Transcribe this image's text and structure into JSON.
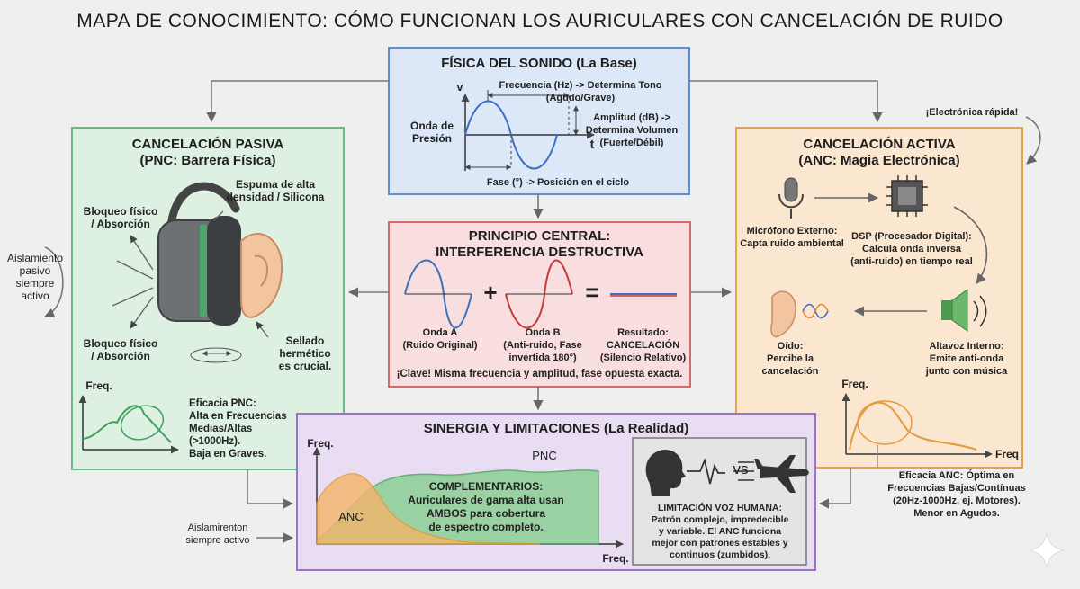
{
  "title": "MAPA DE CONOCIMIENTO: CÓMO FUNCIONAN LOS AURICULARES CON CANCELACIÓN DE RUIDO",
  "physics": {
    "title": "FÍSICA DEL SONIDO (La Base)",
    "v_axis": "v",
    "t_axis": "t",
    "pressure_wave": "Onda de\nPresión",
    "frequency": "Frecuencia (Hz) -> Determina Tono\n(Agudo/Grave)",
    "amplitude": "Amplitud (dB) ->\nDetermina Volumen\n(Fuerte/Débil)",
    "phase": "Fase (°) -> Posición en el ciclo"
  },
  "passive": {
    "title": "CANCELACIÓN PASIVA\n(PNC: Barrera Física)",
    "foam": "Espuma de alta\ndensidad / Silicona",
    "block_top": "Bloqueo físico\n/ Absorción",
    "block_bottom": "Bloqueo físico\n/ Absorción",
    "isolation": "Aislamiento\npasivo\nsiempre\nactivo",
    "seal": "Sellado\nhermético\nes crucial.",
    "freq_axis": "Freq.",
    "efficacy": "Eficacia PNC:\nAlta en Frecuencias\nMedias/Altas\n(>1000Hz).\nBaja en Graves."
  },
  "central": {
    "title": "PRINCIPIO CENTRAL:\nINTERFERENCIA DESTRUCTIVA",
    "plus": "+",
    "equals": "=",
    "wave_a": "Onda A\n(Ruido Original)",
    "wave_b": "Onda B\n(Anti-ruido, Fase\ninvertida 180°)",
    "result": "Resultado:\nCANCELACIÓN\n(Silencio Relativo)",
    "key": "¡Clave! Misma frecuencia y amplitud, fase opuesta exacta."
  },
  "active": {
    "title": "CANCELACIÓN ACTIVA\n(ANC: Magia Electrónica)",
    "fast": "¡Electrónica rápida!",
    "mic": "Micrófono Externo:\nCapta ruido ambiental",
    "dsp": "DSP (Procesador Digital):\nCalcula onda inversa\n(anti-ruido) en tiempo real",
    "ear": "Oído:\nPercibe la\ncancelación",
    "speaker": "Altavoz Interno:\nEmite anti-onda\njunto con música",
    "freq_axis": "Freq.",
    "freq_x": "Freq",
    "efficacy": "Eficacia ANC: Óptima en\nFrecuencias Bajas/Contínuas\n(20Hz-1000Hz, ej. Motores).\nMenor en Agudos."
  },
  "synergy": {
    "title": "SINERGIA Y LIMITACIONES (La Realidad)",
    "freq_y": "Freq.",
    "freq_x": "Freq.",
    "pnc": "PNC",
    "anc": "ANC",
    "complement": "COMPLEMENTARIOS:\nAuriculares de gama alta usan\nAMBOS para cobertura\nde espectro completo.",
    "vs": "vs",
    "voice": "LIMITACIÓN VOZ HUMANA:\nPatrón complejo, impredecible\ny variable. El ANC funciona\nmejor con patrones estables y\ncontinuos (zumbidos).",
    "isolation_note": "Aislamirenton\nsiempre activo"
  },
  "colors": {
    "blue_fill": "#dce8f7",
    "blue_border": "#5f8fd0",
    "green_fill": "#ddf0e2",
    "green_border": "#6ab985",
    "red_fill": "#f8dede",
    "red_border": "#d46a6a",
    "orange_fill": "#fbe6cf",
    "orange_border": "#e8a14d",
    "purple_fill": "#e8ddf3",
    "purple_border": "#9b73c6"
  }
}
